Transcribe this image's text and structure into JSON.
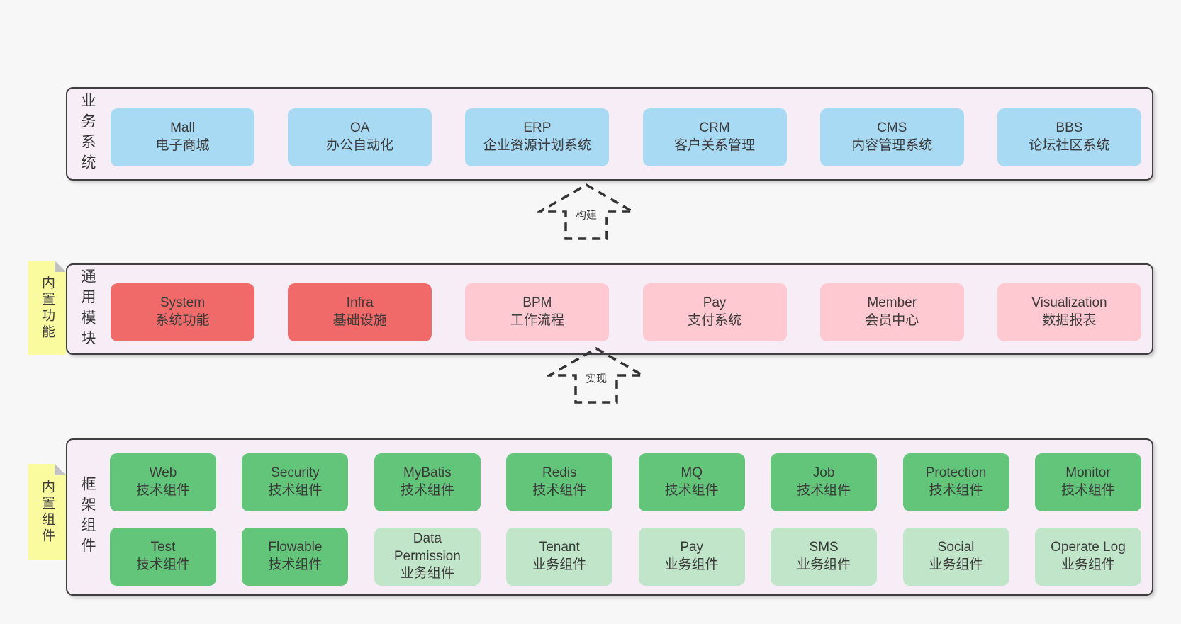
{
  "colors": {
    "page_bg": "#f7f7f7",
    "panel_bg": "#f7edf6",
    "panel_border": "#3f3f3f",
    "blue": "#a8daf4",
    "red": "#f16a6a",
    "pink": "#ffc9d2",
    "green": "#63c57a",
    "light_green": "#c0e5c8",
    "sticky_yellow": "#fafa9e",
    "sticky_fold": "#c2c2c2",
    "text": "#3a3a3a",
    "arrow": "#333333"
  },
  "arrows": [
    {
      "label": "构建"
    },
    {
      "label": "实现"
    }
  ],
  "layers": [
    {
      "label": "业务系统",
      "boxes": [
        {
          "name": "Mall",
          "desc": "电子商城"
        },
        {
          "name": "OA",
          "desc": "办公自动化"
        },
        {
          "name": "ERP",
          "desc": "企业资源计划系统"
        },
        {
          "name": "CRM",
          "desc": "客户关系管理"
        },
        {
          "name": "CMS",
          "desc": "内容管理系统"
        },
        {
          "name": "BBS",
          "desc": "论坛社区系统"
        }
      ]
    },
    {
      "label": "通用模块",
      "sticky": "内置功能",
      "boxes": [
        {
          "name": "System",
          "desc": "系统功能"
        },
        {
          "name": "Infra",
          "desc": "基础设施"
        },
        {
          "name": "BPM",
          "desc": "工作流程"
        },
        {
          "name": "Pay",
          "desc": "支付系统"
        },
        {
          "name": "Member",
          "desc": "会员中心"
        },
        {
          "name": "Visualization",
          "desc": "数据报表"
        }
      ]
    },
    {
      "label": "框架组件",
      "sticky": "内置组件",
      "rows": [
        [
          {
            "name": "Web",
            "desc": "技术组件"
          },
          {
            "name": "Security",
            "desc": "技术组件"
          },
          {
            "name": "MyBatis",
            "desc": "技术组件"
          },
          {
            "name": "Redis",
            "desc": "技术组件"
          },
          {
            "name": "MQ",
            "desc": "技术组件"
          },
          {
            "name": "Job",
            "desc": "技术组件"
          },
          {
            "name": "Protection",
            "desc": "技术组件"
          },
          {
            "name": "Monitor",
            "desc": "技术组件"
          }
        ],
        [
          {
            "name": "Test",
            "desc": "技术组件"
          },
          {
            "name": "Flowable",
            "desc": "技术组件"
          },
          {
            "name": "Data Permission",
            "desc": "业务组件"
          },
          {
            "name": "Tenant",
            "desc": "业务组件"
          },
          {
            "name": "Pay",
            "desc": "业务组件"
          },
          {
            "name": "SMS",
            "desc": "业务组件"
          },
          {
            "name": "Social",
            "desc": "业务组件"
          },
          {
            "name": "Operate Log",
            "desc": "业务组件"
          }
        ]
      ]
    }
  ]
}
